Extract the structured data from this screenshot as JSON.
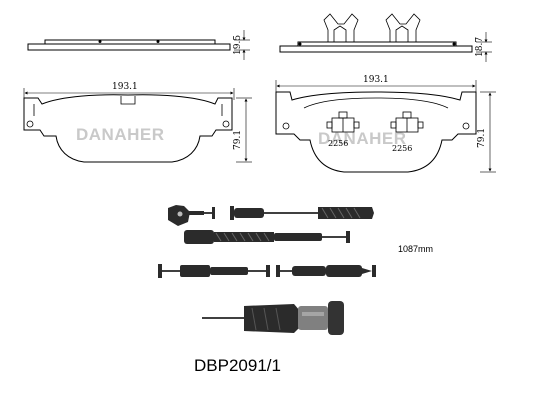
{
  "brand_watermark": "DANAHER",
  "part_number": "DBP2091/1",
  "dimensions": {
    "width": "193.1",
    "left_thickness": "19.5",
    "right_thickness": "18.7",
    "height": "79.1"
  },
  "pad_codes": [
    "2256",
    "2256"
  ],
  "sensor_length": "1087mm",
  "colors": {
    "line": "#000000",
    "watermark": "#c9c9c9",
    "sensor_body": "#2b2b2b",
    "sensor_end": "#808080"
  }
}
